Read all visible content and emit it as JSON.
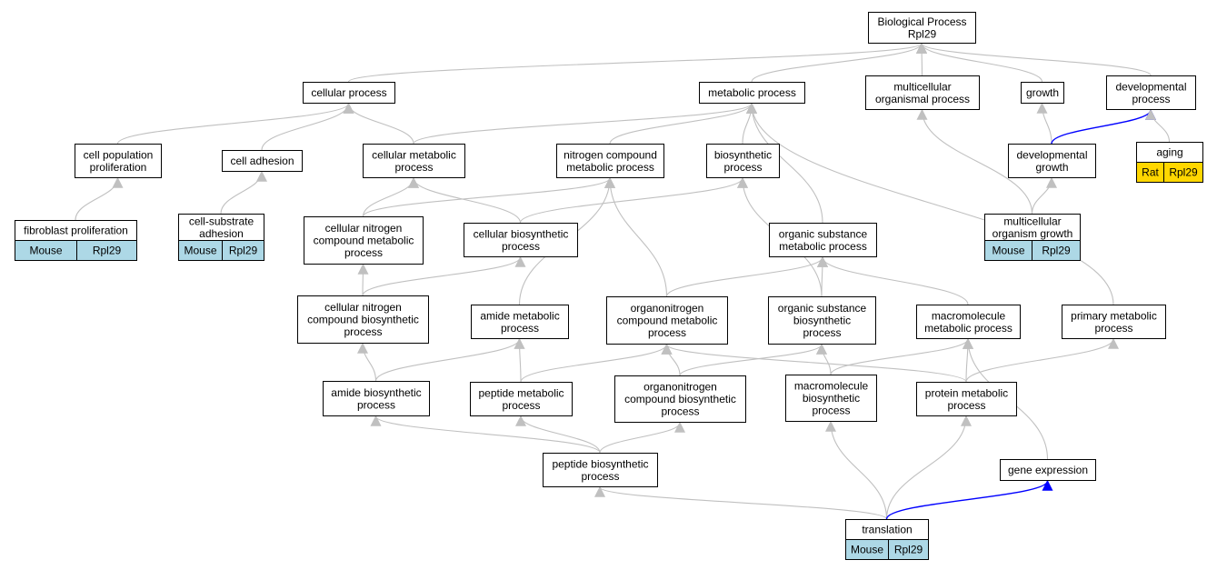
{
  "root": {
    "line1": "Biological Process",
    "line2": "Rpl29"
  },
  "nodes": {
    "cellular_process": {
      "lines": [
        "cellular process"
      ]
    },
    "metabolic_process": {
      "lines": [
        "metabolic process"
      ]
    },
    "multicellular_organismal_process": {
      "lines": [
        "multicellular",
        "organismal process"
      ]
    },
    "growth": {
      "lines": [
        "growth"
      ]
    },
    "developmental_process": {
      "lines": [
        "developmental",
        "process"
      ]
    },
    "cell_population_proliferation": {
      "lines": [
        "cell population",
        "proliferation"
      ]
    },
    "cell_adhesion": {
      "lines": [
        "cell adhesion"
      ]
    },
    "cellular_metabolic_process": {
      "lines": [
        "cellular metabolic",
        "process"
      ]
    },
    "nitrogen_compound_metabolic_process": {
      "lines": [
        "nitrogen compound",
        "metabolic process"
      ]
    },
    "biosynthetic_process": {
      "lines": [
        "biosynthetic",
        "process"
      ]
    },
    "developmental_growth": {
      "lines": [
        "developmental",
        "growth"
      ]
    },
    "aging": {
      "lines": [
        "aging"
      ]
    },
    "fibroblast_proliferation": {
      "lines": [
        "fibroblast proliferation"
      ]
    },
    "cell_substrate_adhesion": {
      "lines": [
        "cell-substrate",
        "adhesion"
      ]
    },
    "cellular_nitrogen_compound_metabolic_process": {
      "lines": [
        "cellular nitrogen",
        "compound metabolic",
        "process"
      ]
    },
    "cellular_biosynthetic_process": {
      "lines": [
        "cellular biosynthetic",
        "process"
      ]
    },
    "organic_substance_metabolic_process": {
      "lines": [
        "organic substance",
        "metabolic process"
      ]
    },
    "multicellular_organism_growth": {
      "lines": [
        "multicellular",
        "organism growth"
      ]
    },
    "cellular_nitrogen_compound_biosynthetic_process": {
      "lines": [
        "cellular nitrogen",
        "compound biosynthetic",
        "process"
      ]
    },
    "amide_metabolic_process": {
      "lines": [
        "amide metabolic",
        "process"
      ]
    },
    "organonitrogen_compound_metabolic_process": {
      "lines": [
        "organonitrogen",
        "compound metabolic",
        "process"
      ]
    },
    "organic_substance_biosynthetic_process": {
      "lines": [
        "organic substance",
        "biosynthetic",
        "process"
      ]
    },
    "macromolecule_metabolic_process": {
      "lines": [
        "macromolecule",
        "metabolic process"
      ]
    },
    "primary_metabolic_process": {
      "lines": [
        "primary metabolic",
        "process"
      ]
    },
    "amide_biosynthetic_process": {
      "lines": [
        "amide biosynthetic",
        "process"
      ]
    },
    "peptide_metabolic_process": {
      "lines": [
        "peptide metabolic",
        "process"
      ]
    },
    "organonitrogen_compound_biosynthetic_process": {
      "lines": [
        "organonitrogen",
        "compound biosynthetic",
        "process"
      ]
    },
    "macromolecule_biosynthetic_process": {
      "lines": [
        "macromolecule",
        "biosynthetic",
        "process"
      ]
    },
    "protein_metabolic_process": {
      "lines": [
        "protein metabolic",
        "process"
      ]
    },
    "peptide_biosynthetic_process": {
      "lines": [
        "peptide biosynthetic",
        "process"
      ]
    },
    "gene_expression": {
      "lines": [
        "gene expression"
      ]
    },
    "translation": {
      "lines": [
        "translation"
      ]
    }
  },
  "annotations": {
    "fibroblast_proliferation": {
      "species": "Mouse",
      "gene": "Rpl29"
    },
    "cell_substrate_adhesion": {
      "species": "Mouse",
      "gene": "Rpl29"
    },
    "multicellular_organism_growth": {
      "species": "Mouse",
      "gene": "Rpl29"
    },
    "aging": {
      "species": "Rat",
      "gene": "Rpl29"
    },
    "translation": {
      "species": "Mouse",
      "gene": "Rpl29"
    }
  },
  "colors": {
    "edge_default": "#c0c0c0",
    "edge_highlight": "#0000ff",
    "mouse_fill": "#add8e6",
    "rat_fill": "#ffd700"
  },
  "edges": [
    {
      "from": "cellular_process",
      "to": "root",
      "color": "default"
    },
    {
      "from": "metabolic_process",
      "to": "root",
      "color": "default"
    },
    {
      "from": "multicellular_organismal_process",
      "to": "root",
      "color": "default"
    },
    {
      "from": "growth",
      "to": "root",
      "color": "default"
    },
    {
      "from": "developmental_process",
      "to": "root",
      "color": "default"
    },
    {
      "from": "cell_population_proliferation",
      "to": "cellular_process",
      "color": "default"
    },
    {
      "from": "cell_adhesion",
      "to": "cellular_process",
      "color": "default"
    },
    {
      "from": "cellular_metabolic_process",
      "to": "cellular_process",
      "color": "default"
    },
    {
      "from": "cellular_metabolic_process",
      "to": "metabolic_process",
      "color": "default"
    },
    {
      "from": "nitrogen_compound_metabolic_process",
      "to": "metabolic_process",
      "color": "default"
    },
    {
      "from": "biosynthetic_process",
      "to": "metabolic_process",
      "color": "default"
    },
    {
      "from": "organic_substance_metabolic_process",
      "to": "metabolic_process",
      "color": "default"
    },
    {
      "from": "primary_metabolic_process",
      "to": "metabolic_process",
      "color": "default"
    },
    {
      "from": "developmental_growth",
      "to": "growth",
      "color": "default"
    },
    {
      "from": "developmental_growth",
      "to": "developmental_process",
      "color": "highlight"
    },
    {
      "from": "aging",
      "to": "developmental_process",
      "color": "default"
    },
    {
      "from": "multicellular_organism_growth",
      "to": "multicellular_organismal_process",
      "color": "default"
    },
    {
      "from": "multicellular_organism_growth",
      "to": "developmental_growth",
      "color": "default"
    },
    {
      "from": "fibroblast_proliferation",
      "to": "cell_population_proliferation",
      "color": "default"
    },
    {
      "from": "cell_substrate_adhesion",
      "to": "cell_adhesion",
      "color": "default"
    },
    {
      "from": "cellular_nitrogen_compound_metabolic_process",
      "to": "cellular_metabolic_process",
      "color": "default"
    },
    {
      "from": "cellular_nitrogen_compound_metabolic_process",
      "to": "nitrogen_compound_metabolic_process",
      "color": "default"
    },
    {
      "from": "cellular_biosynthetic_process",
      "to": "cellular_metabolic_process",
      "color": "default"
    },
    {
      "from": "cellular_biosynthetic_process",
      "to": "biosynthetic_process",
      "color": "default"
    },
    {
      "from": "cellular_nitrogen_compound_biosynthetic_process",
      "to": "cellular_nitrogen_compound_metabolic_process",
      "color": "default"
    },
    {
      "from": "cellular_nitrogen_compound_biosynthetic_process",
      "to": "cellular_biosynthetic_process",
      "color": "default"
    },
    {
      "from": "amide_metabolic_process",
      "to": "nitrogen_compound_metabolic_process",
      "color": "default"
    },
    {
      "from": "organonitrogen_compound_metabolic_process",
      "to": "nitrogen_compound_metabolic_process",
      "color": "default"
    },
    {
      "from": "organonitrogen_compound_metabolic_process",
      "to": "organic_substance_metabolic_process",
      "color": "default"
    },
    {
      "from": "organic_substance_biosynthetic_process",
      "to": "biosynthetic_process",
      "color": "default"
    },
    {
      "from": "organic_substance_biosynthetic_process",
      "to": "organic_substance_metabolic_process",
      "color": "default"
    },
    {
      "from": "macromolecule_metabolic_process",
      "to": "organic_substance_metabolic_process",
      "color": "default"
    },
    {
      "from": "amide_biosynthetic_process",
      "to": "cellular_nitrogen_compound_biosynthetic_process",
      "color": "default"
    },
    {
      "from": "amide_biosynthetic_process",
      "to": "amide_metabolic_process",
      "color": "default"
    },
    {
      "from": "peptide_metabolic_process",
      "to": "amide_metabolic_process",
      "color": "default"
    },
    {
      "from": "peptide_metabolic_process",
      "to": "organonitrogen_compound_metabolic_process",
      "color": "default"
    },
    {
      "from": "organonitrogen_compound_biosynthetic_process",
      "to": "organonitrogen_compound_metabolic_process",
      "color": "default"
    },
    {
      "from": "organonitrogen_compound_biosynthetic_process",
      "to": "organic_substance_biosynthetic_process",
      "color": "default"
    },
    {
      "from": "macromolecule_biosynthetic_process",
      "to": "organic_substance_biosynthetic_process",
      "color": "default"
    },
    {
      "from": "macromolecule_biosynthetic_process",
      "to": "macromolecule_metabolic_process",
      "color": "default"
    },
    {
      "from": "protein_metabolic_process",
      "to": "macromolecule_metabolic_process",
      "color": "default"
    },
    {
      "from": "protein_metabolic_process",
      "to": "primary_metabolic_process",
      "color": "default"
    },
    {
      "from": "protein_metabolic_process",
      "to": "organonitrogen_compound_metabolic_process",
      "color": "default"
    },
    {
      "from": "gene_expression",
      "to": "macromolecule_metabolic_process",
      "color": "default"
    },
    {
      "from": "peptide_biosynthetic_process",
      "to": "amide_biosynthetic_process",
      "color": "default"
    },
    {
      "from": "peptide_biosynthetic_process",
      "to": "peptide_metabolic_process",
      "color": "default"
    },
    {
      "from": "peptide_biosynthetic_process",
      "to": "organonitrogen_compound_biosynthetic_process",
      "color": "default"
    },
    {
      "from": "translation",
      "to": "peptide_biosynthetic_process",
      "color": "default"
    },
    {
      "from": "translation",
      "to": "macromolecule_biosynthetic_process",
      "color": "default"
    },
    {
      "from": "translation",
      "to": "protein_metabolic_process",
      "color": "default"
    },
    {
      "from": "translation",
      "to": "gene_expression",
      "color": "highlight"
    }
  ]
}
